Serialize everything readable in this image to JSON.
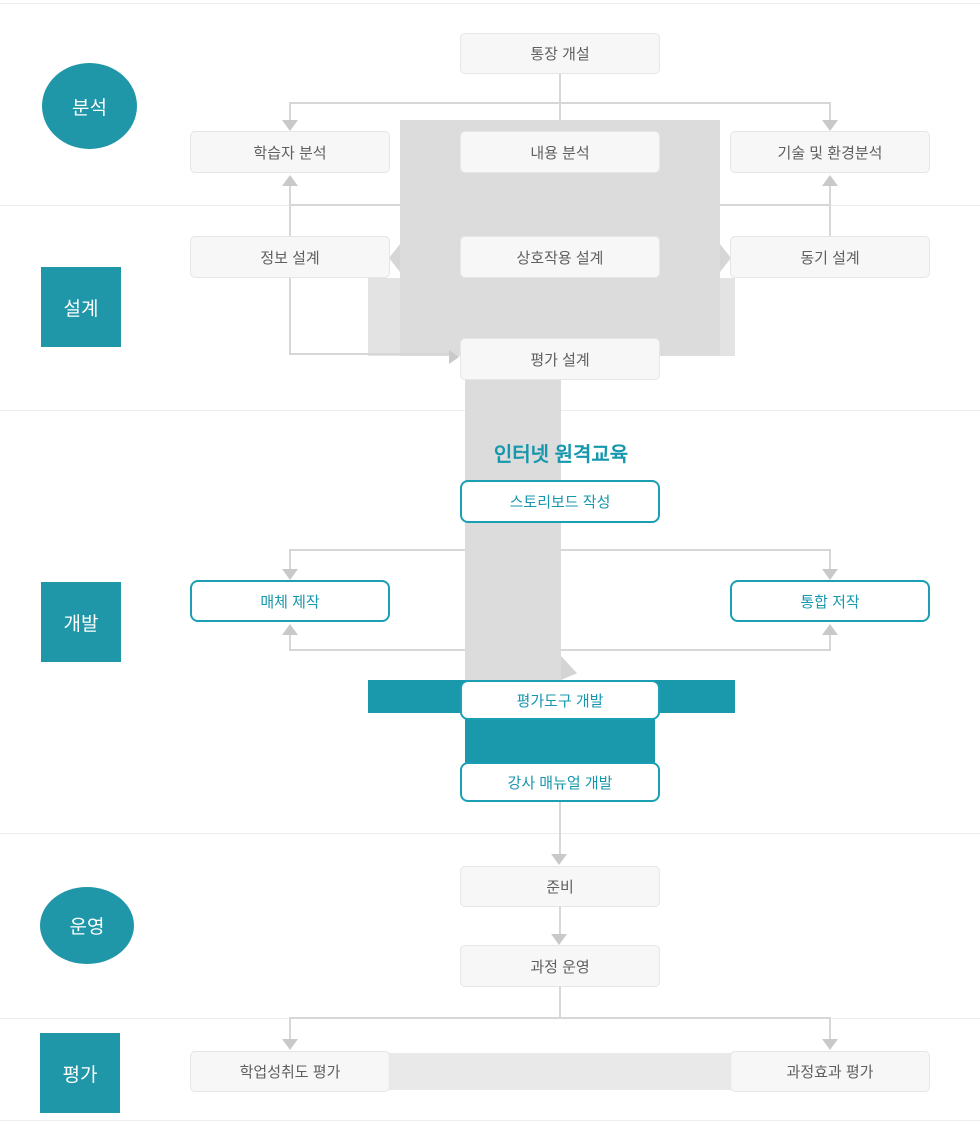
{
  "diagram": {
    "type": "process-flowchart",
    "center_title": "인터넷 원격교육",
    "phases": [
      {
        "id": "analysis",
        "label": "분석",
        "shape": "circle"
      },
      {
        "id": "design",
        "label": "설계",
        "shape": "square"
      },
      {
        "id": "development",
        "label": "개발",
        "shape": "square"
      },
      {
        "id": "operation",
        "label": "운영",
        "shape": "circle"
      },
      {
        "id": "evaluation",
        "label": "평가",
        "shape": "square"
      }
    ],
    "nodes": {
      "account_open": "통장 개설",
      "learner_analysis": "학습자 분석",
      "content_analysis": "내용 분석",
      "tech_env_analysis": "기술 및 환경분석",
      "info_design": "정보 설계",
      "interaction_design": "상호작용 설계",
      "motivation_design": "동기 설계",
      "evaluation_design": "평가 설계",
      "storyboard": "스토리보드 작성",
      "media_production": "매체 제작",
      "integrated_authoring": "통합 저작",
      "eval_tool_dev": "평가도구 개발",
      "instructor_manual_dev": "강사 매뉴얼 개발",
      "preparation": "준비",
      "course_operation": "과정 운영",
      "achievement_eval": "학업성취도 평가",
      "course_effect_eval": "과정효과 평가"
    },
    "palette": {
      "teal_fill": "#2097a9",
      "teal_band": "#1b99ac",
      "teal_border": "#1a9fb4",
      "teal_text": "#1697ad",
      "gray_box_bg": "#f7f7f7",
      "gray_box_text": "#5f5f5f",
      "flow_shape_gray": "#dcdcdc",
      "connector_gray": "#d7d7d7"
    }
  }
}
